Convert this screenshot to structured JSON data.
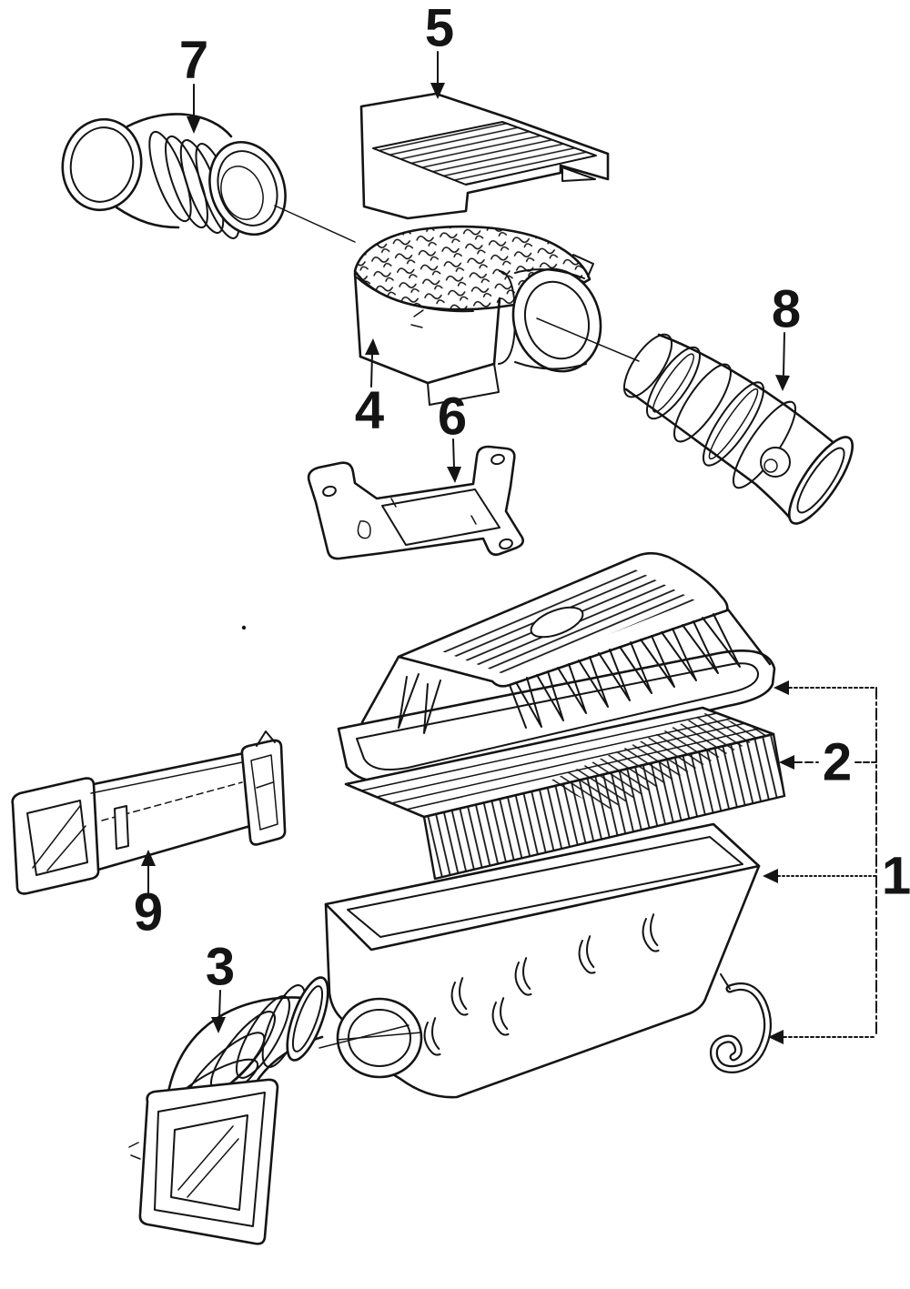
{
  "figure": {
    "background": "#ffffff",
    "ink": "#141414",
    "type_hint": "exploded parts diagram"
  },
  "diagram": {
    "callouts": [
      {
        "label": "7"
      },
      {
        "label": "5"
      },
      {
        "label": "4"
      },
      {
        "label": "6"
      },
      {
        "label": "8"
      },
      {
        "label": "2"
      },
      {
        "label": "1"
      },
      {
        "label": "9"
      },
      {
        "label": "3"
      }
    ]
  }
}
